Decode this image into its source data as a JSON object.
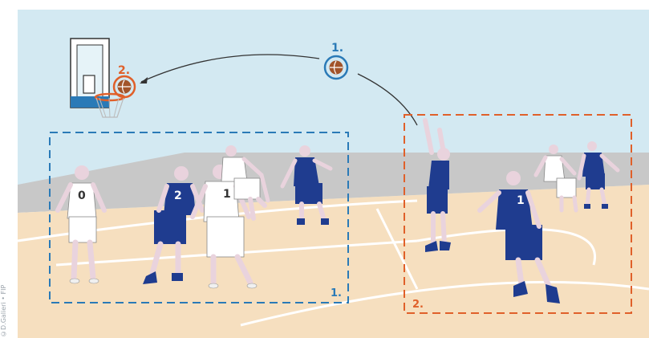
{
  "credit": "©D.Galieri • FIP",
  "markers": {
    "shot_label": "1.",
    "rim_label": "2.",
    "zone_blue_label": "1.",
    "zone_orange_label": "2."
  },
  "jerseys": {
    "white_left": "0",
    "blue_mid": "2",
    "white_mid": "1",
    "blue_right": "1"
  },
  "colors": {
    "sky": "#d3e9f2",
    "wall": "#c8c8c8",
    "floor": "#f6dfbf",
    "blue_team": "#1f3c8f",
    "white_team": "#ffffff",
    "skin": "#e9d3dd",
    "blue_zone": "#2a7ab7",
    "orange_zone": "#e0602a"
  }
}
